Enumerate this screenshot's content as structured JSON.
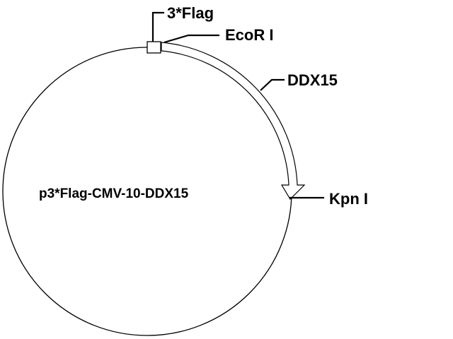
{
  "plasmid": {
    "name": "p3*Flag-CMV-10-DDX15"
  },
  "features": {
    "flag": "3*Flag",
    "ecori": "EcoR I",
    "insert": "DDX15",
    "kpni": "Kpn I"
  },
  "colors": {
    "line": "#000000",
    "fill": "#ffffff"
  }
}
